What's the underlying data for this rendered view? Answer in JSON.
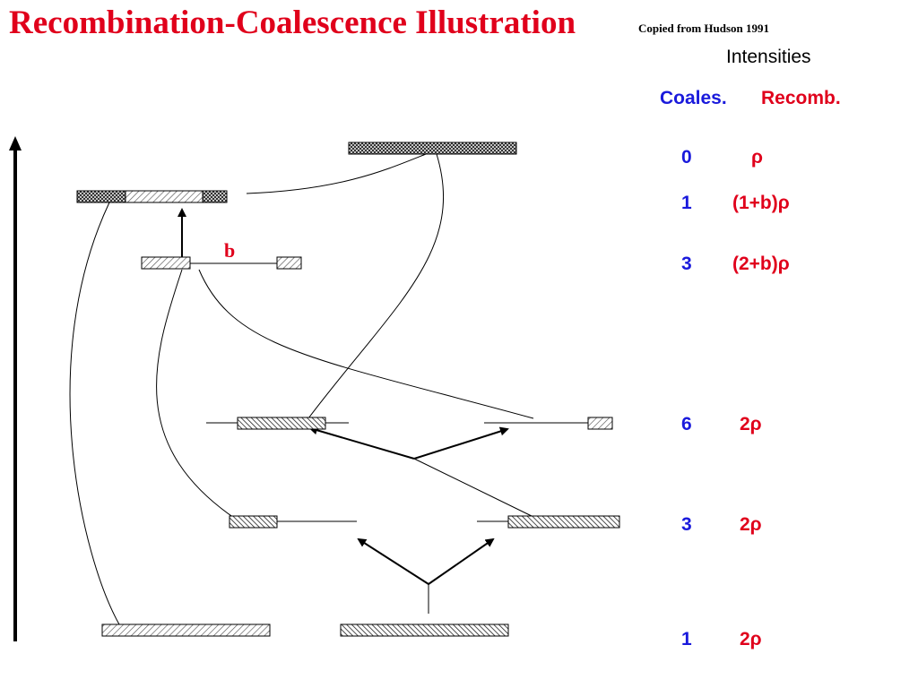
{
  "title": "Recombination-Coalescence Illustration",
  "credit": "Copied from Hudson 1991",
  "table": {
    "header": "Intensities",
    "columns": [
      "Coales.",
      "Recomb."
    ],
    "rows": [
      {
        "coales": "0",
        "recomb": "ρ"
      },
      {
        "coales": "1",
        "recomb": "(1+b)ρ"
      },
      {
        "coales": "3",
        "recomb": "(2+b)ρ"
      },
      {
        "coales": "6",
        "recomb": "2ρ"
      },
      {
        "coales": "3",
        "recomb": "2ρ"
      },
      {
        "coales": "1",
        "recomb": "2ρ"
      }
    ]
  },
  "diagram": {
    "recombination_label": "b"
  },
  "colors": {
    "title": "#e0001b",
    "coales": "#1a1adc",
    "recomb": "#e0001b"
  }
}
